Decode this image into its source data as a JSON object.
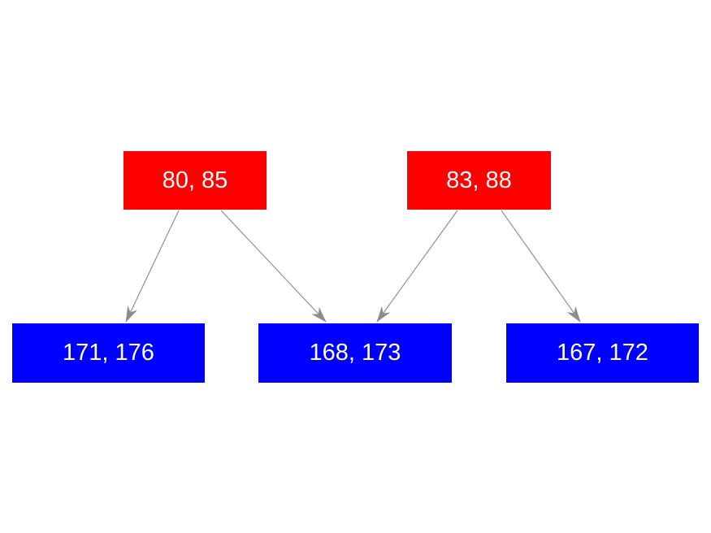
{
  "diagram": {
    "background_color": "#ffffff",
    "node_colors": {
      "parent_fill": "#ff0000",
      "child_fill": "#0000ff",
      "label_text": "#ffffff"
    },
    "edge_color": "#909090",
    "arrowhead_color": "#8c8c8c",
    "nodes": [
      {
        "id": "parent-1",
        "label": "80, 85",
        "fill": "#ff0000",
        "role": "parent"
      },
      {
        "id": "parent-2",
        "label": "83, 88",
        "fill": "#ff0000",
        "role": "parent"
      },
      {
        "id": "child-1",
        "label": "171, 176",
        "fill": "#0000ff",
        "role": "child"
      },
      {
        "id": "child-2",
        "label": "168, 173",
        "fill": "#0000ff",
        "role": "child"
      },
      {
        "id": "child-3",
        "label": "167, 172",
        "fill": "#0000ff",
        "role": "child"
      }
    ],
    "edges": [
      {
        "from": "80, 85",
        "to": "171, 176"
      },
      {
        "from": "80, 85",
        "to": "168, 173"
      },
      {
        "from": "83, 88",
        "to": "168, 173"
      },
      {
        "from": "83, 88",
        "to": "167, 172"
      }
    ]
  }
}
